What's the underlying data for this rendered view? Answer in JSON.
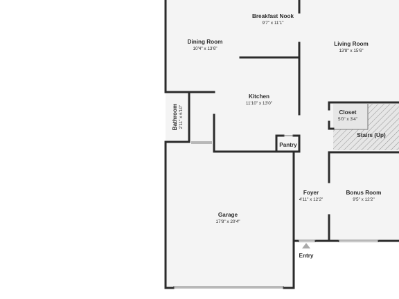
{
  "rooms": {
    "breakfast_nook": {
      "name": "Breakfast Nook",
      "dims": "9'7\" x 11'1\""
    },
    "dining_room": {
      "name": "Dining Room",
      "dims": "10'4\" x 13'6\""
    },
    "living_room": {
      "name": "Living Room",
      "dims": "13'8\" x 15'6\""
    },
    "kitchen": {
      "name": "Kitchen",
      "dims": "11'10\" x 13'0\""
    },
    "bathroom": {
      "name": "Bathroom",
      "dims": "2'11\" x 6'10\""
    },
    "closet": {
      "name": "Closet",
      "dims": "5'0\" x 3'4\""
    },
    "stairs": {
      "name": "Stairs (Up)"
    },
    "pantry": {
      "name": "Pantry"
    },
    "foyer": {
      "name": "Foyer",
      "dims": "4'11\" x 12'2\""
    },
    "bonus_room": {
      "name": "Bonus Room",
      "dims": "9'5\" x 12'2\""
    },
    "garage": {
      "name": "Garage",
      "dims": "17'8\" x 20'4\""
    }
  },
  "entry": {
    "label": "Entry"
  },
  "colors": {
    "wall": "#2b2b2b",
    "floor": "#f4f4f4",
    "stairs_fill": "#e6e6e6"
  }
}
